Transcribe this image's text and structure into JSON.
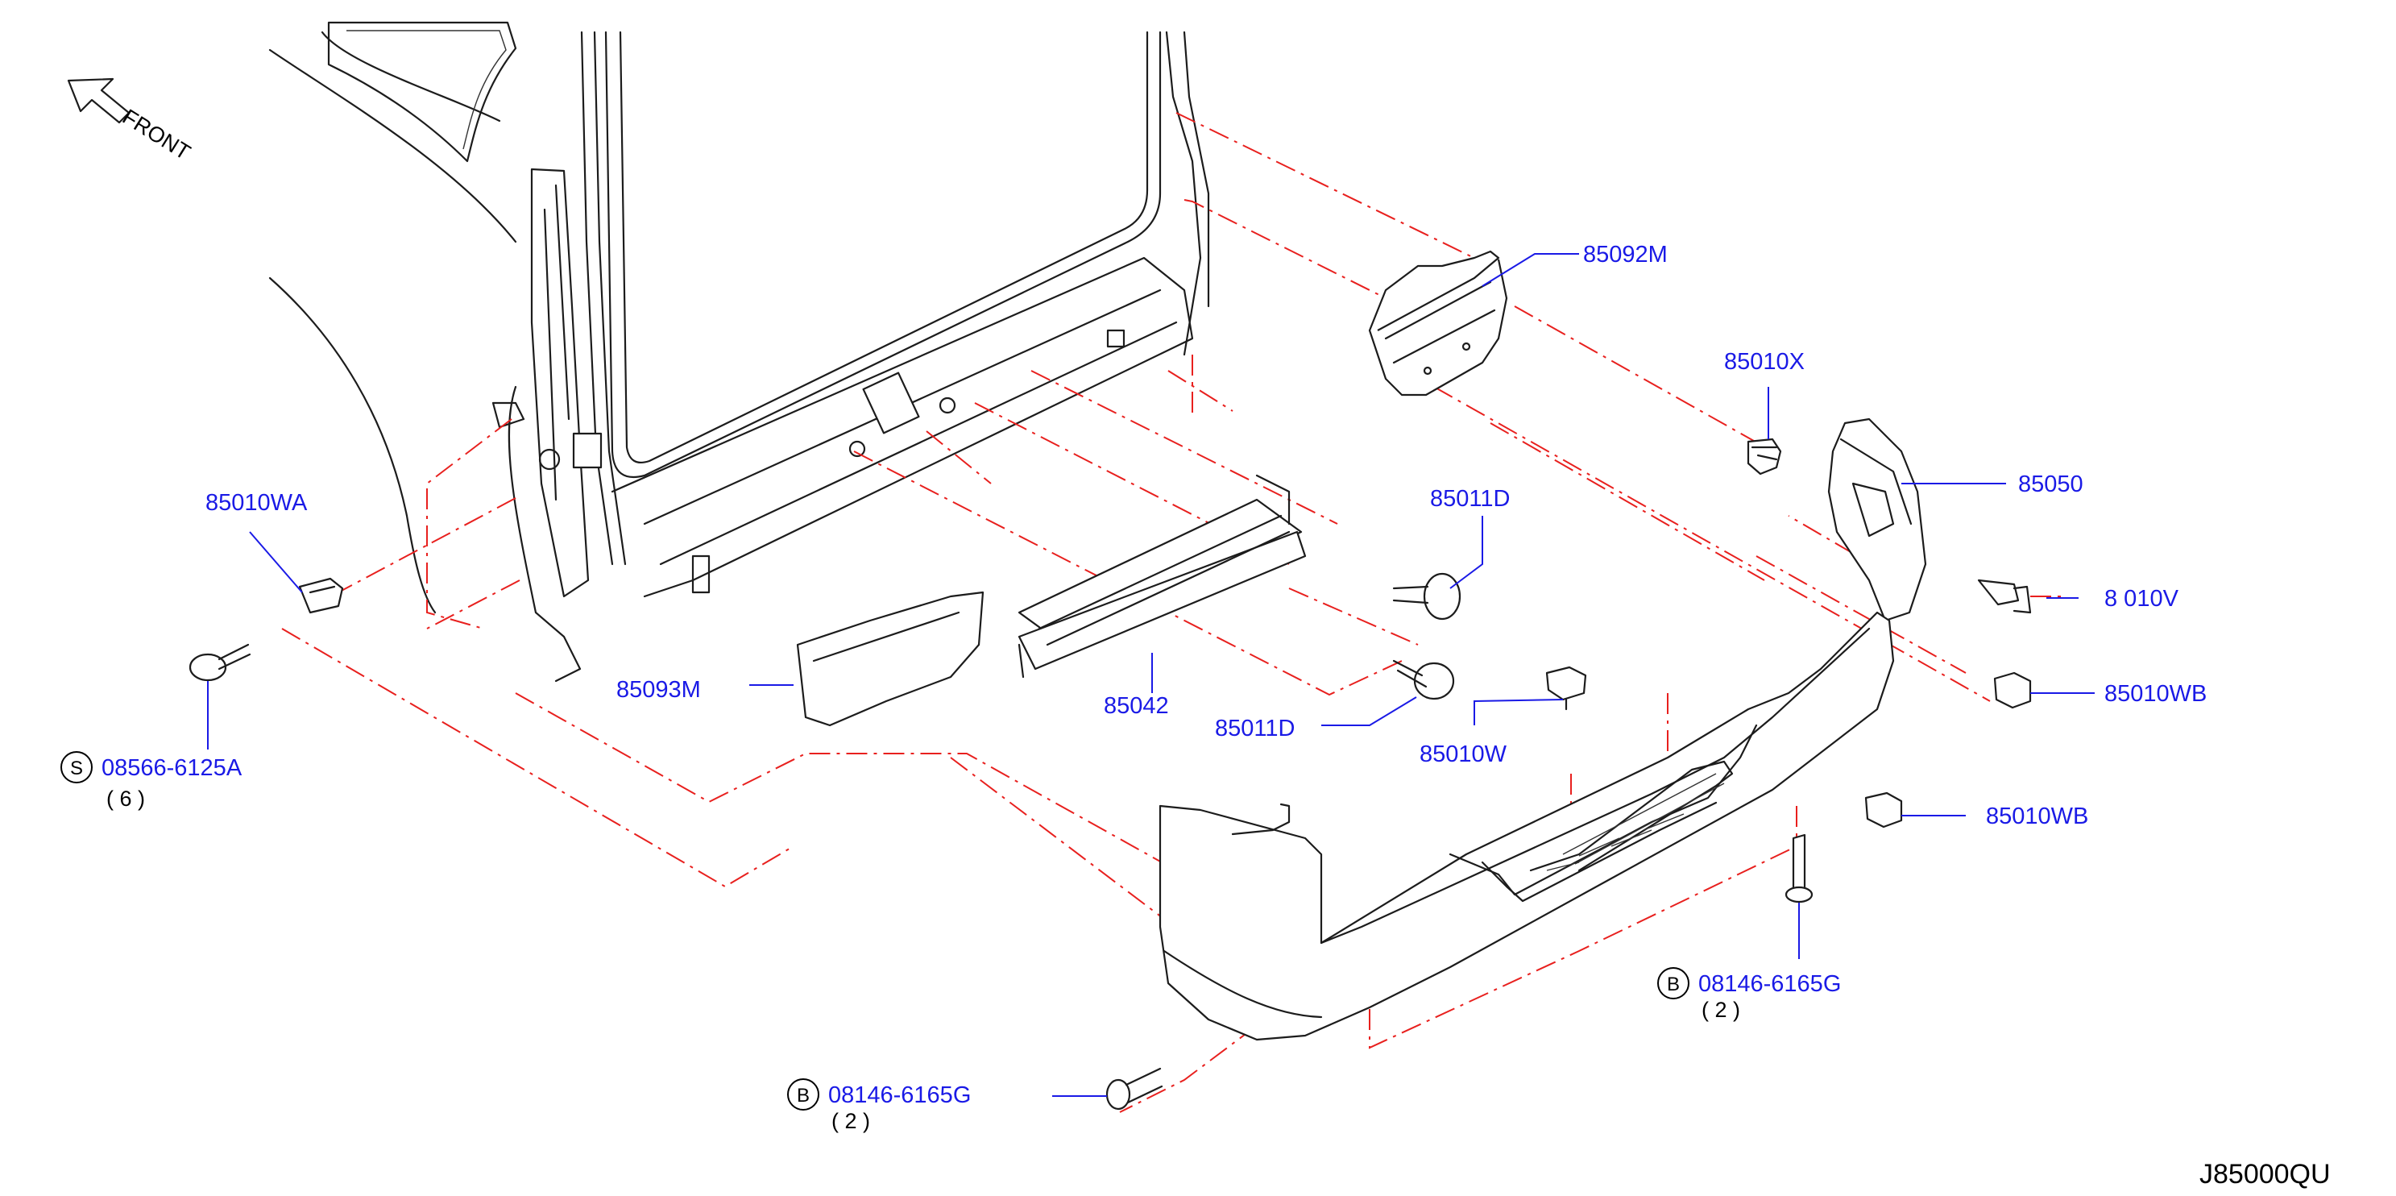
{
  "front_label": "FRONT",
  "diagram_ref": "J85000QU",
  "symbols": {
    "s": "S",
    "b": "B"
  },
  "parts": {
    "p85092M": "85092M",
    "p85010X": "85010X",
    "p85050": "85050",
    "p85010V": "8 010V",
    "p85010WB_1": "85010WB",
    "p85010WB_2": "85010WB",
    "p85010WA": "85010WA",
    "p85011D_1": "85011D",
    "p85011D_2": "85011D",
    "p85093M": "85093M",
    "p85042": "85042",
    "p85010W": "85010W",
    "p08566": "08566-6125A",
    "p08146_1": "08146-6165G",
    "p08146_2": "08146-6165G"
  },
  "quantities": {
    "q08566": "( 6 )",
    "q08146_1": "( 2 )",
    "q08146_2": "( 2 )"
  },
  "colors": {
    "callout": "#1a1ae6",
    "dash": "#e8201e",
    "line": "#1c1c1c"
  }
}
